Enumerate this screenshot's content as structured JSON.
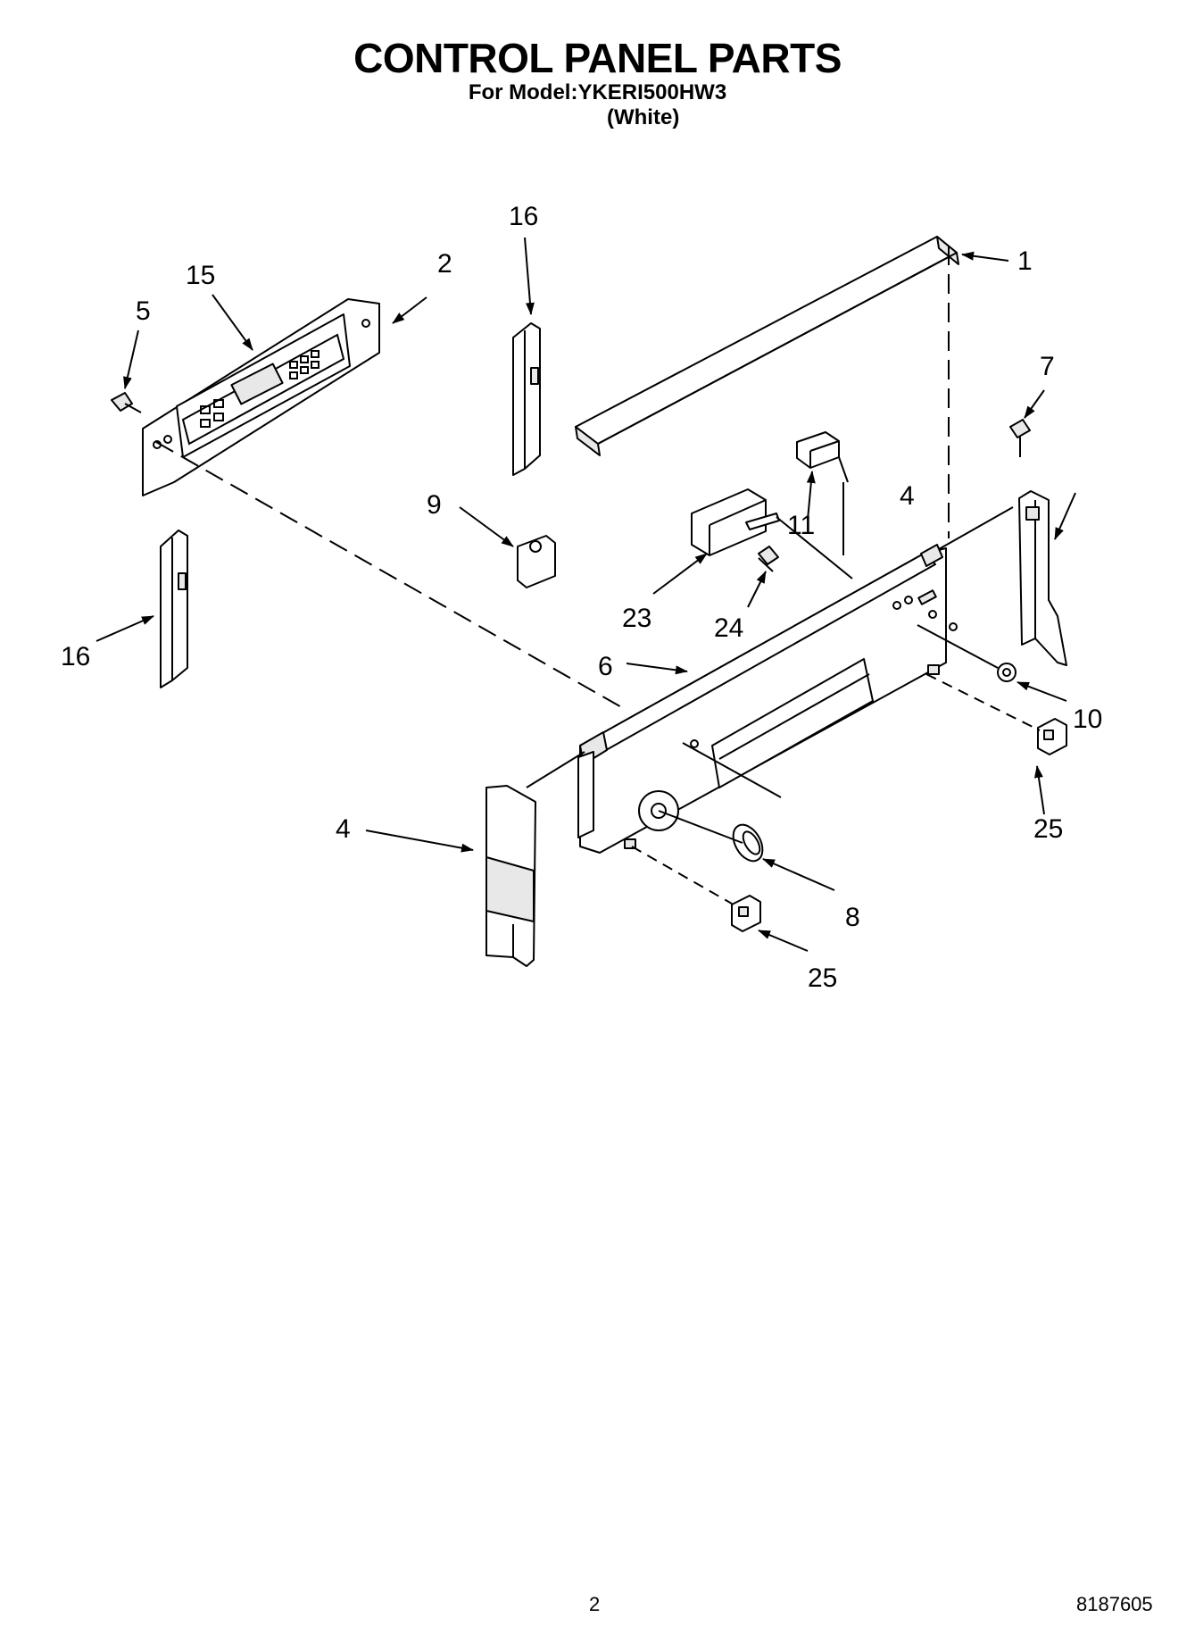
{
  "title": "CONTROL PANEL PARTS",
  "subtitle": "For Model:YKERI500HW3",
  "subtitle2": "(White)",
  "callouts": {
    "c1": "1",
    "c2": "2",
    "c4a": "4",
    "c4b": "4",
    "c5": "5",
    "c6": "6",
    "c7": "7",
    "c8": "8",
    "c9": "9",
    "c10": "10",
    "c11": "11",
    "c15": "15",
    "c16a": "16",
    "c16b": "16",
    "c23": "23",
    "c24": "24",
    "c25a": "25",
    "c25b": "25"
  },
  "footer": {
    "page": "2",
    "doc": "8187605"
  }
}
